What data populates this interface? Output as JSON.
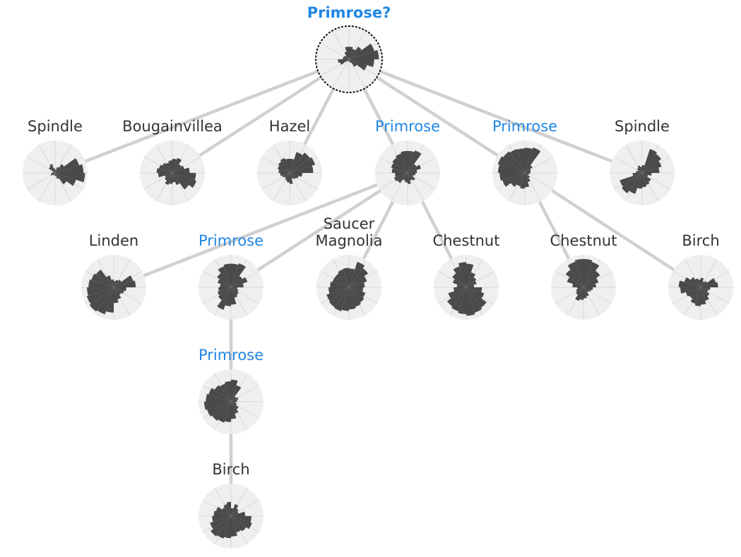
{
  "colors": {
    "edge": "#d0d0d0",
    "disc": "#efefef",
    "spoke": "#d8d8d8",
    "wedge": "#4a4a4a",
    "label": "#333333",
    "highlight": "#1f87e5",
    "root_ring": "#111111"
  },
  "nodes": [
    {
      "id": "root",
      "label": "Primrose?",
      "highlight": true,
      "root": true,
      "parent": null,
      "petals": [
        0.4,
        0.35,
        0.5,
        0.85,
        0.95,
        0.8,
        0.6,
        0.3,
        0.12,
        0.08,
        0.06,
        0.05,
        0.1,
        0.3,
        0.35,
        0.2,
        0.18,
        0.15,
        0.25,
        0.4
      ]
    },
    {
      "id": "s1",
      "label": "Spindle",
      "highlight": false,
      "root": false,
      "parent": "root",
      "petals": [
        0.1,
        0.2,
        0.35,
        0.8,
        0.9,
        0.95,
        0.7,
        0.45,
        0.2,
        0.1,
        0.08,
        0.05,
        0.1,
        0.15,
        0.12,
        0.08,
        0.06,
        0.25,
        0.3,
        0.15
      ]
    },
    {
      "id": "bo",
      "label": "Bougainvillea",
      "highlight": false,
      "root": false,
      "parent": "root",
      "petals": [
        0.45,
        0.5,
        0.35,
        0.4,
        0.55,
        0.75,
        0.8,
        0.65,
        0.4,
        0.3,
        0.35,
        0.4,
        0.3,
        0.25,
        0.45,
        0.5,
        0.45,
        0.4,
        0.35,
        0.4
      ]
    },
    {
      "id": "hz",
      "label": "Hazel",
      "highlight": false,
      "root": false,
      "parent": "root",
      "petals": [
        0.45,
        0.7,
        0.8,
        0.85,
        0.75,
        0.4,
        0.3,
        0.25,
        0.2,
        0.35,
        0.3,
        0.25,
        0.2,
        0.25,
        0.3,
        0.35,
        0.4,
        0.45,
        0.5,
        0.45
      ]
    },
    {
      "id": "p1",
      "label": "Primrose",
      "highlight": true,
      "root": false,
      "parent": "root",
      "petals": [
        0.7,
        0.75,
        0.35,
        0.45,
        0.3,
        0.25,
        0.2,
        0.3,
        0.25,
        0.35,
        0.3,
        0.25,
        0.4,
        0.45,
        0.4,
        0.5,
        0.55,
        0.6,
        0.65,
        0.7
      ]
    },
    {
      "id": "p2",
      "label": "Primrose",
      "highlight": true,
      "root": false,
      "parent": "root",
      "petals": [
        0.8,
        0.85,
        0.3,
        0.2,
        0.18,
        0.15,
        0.12,
        0.2,
        0.3,
        0.45,
        0.5,
        0.45,
        0.55,
        0.75,
        0.8,
        0.85,
        0.9,
        0.85,
        0.8,
        0.78
      ]
    },
    {
      "id": "s2",
      "label": "Spindle",
      "highlight": false,
      "root": false,
      "parent": "root",
      "petals": [
        0.25,
        0.8,
        0.75,
        0.65,
        0.55,
        0.3,
        0.2,
        0.35,
        0.4,
        0.45,
        0.5,
        0.7,
        0.8,
        0.75,
        0.3,
        0.2,
        0.15,
        0.2,
        0.25,
        0.2
      ]
    },
    {
      "id": "li",
      "label": "Linden",
      "highlight": false,
      "root": false,
      "parent": "p1",
      "petals": [
        0.2,
        0.25,
        0.3,
        0.65,
        0.7,
        0.4,
        0.35,
        0.3,
        0.4,
        0.5,
        0.8,
        0.9,
        0.95,
        0.9,
        0.85,
        0.8,
        0.75,
        0.7,
        0.4,
        0.25
      ]
    },
    {
      "id": "p3",
      "label": "Primrose",
      "highlight": true,
      "root": false,
      "parent": "p1",
      "petals": [
        0.75,
        0.8,
        0.45,
        0.55,
        0.4,
        0.2,
        0.25,
        0.3,
        0.35,
        0.55,
        0.6,
        0.75,
        0.5,
        0.45,
        0.4,
        0.35,
        0.45,
        0.55,
        0.7,
        0.75
      ]
    },
    {
      "id": "sm",
      "label": "Saucer\nMagnolia",
      "highlight": false,
      "root": false,
      "parent": "p1",
      "petals": [
        0.6,
        0.85,
        0.75,
        0.6,
        0.5,
        0.45,
        0.55,
        0.6,
        0.65,
        0.7,
        0.75,
        0.8,
        0.78,
        0.75,
        0.65,
        0.6,
        0.55,
        0.55,
        0.6,
        0.62
      ]
    },
    {
      "id": "c1",
      "label": "Chestnut",
      "highlight": false,
      "root": false,
      "parent": "p1",
      "petals": [
        0.75,
        0.5,
        0.4,
        0.35,
        0.25,
        0.5,
        0.6,
        0.8,
        0.85,
        0.9,
        0.85,
        0.8,
        0.75,
        0.6,
        0.4,
        0.3,
        0.45,
        0.55,
        0.7,
        0.8
      ]
    },
    {
      "id": "c2",
      "label": "Chestnut",
      "highlight": false,
      "root": false,
      "parent": "p2",
      "petals": [
        0.9,
        0.85,
        0.65,
        0.5,
        0.4,
        0.3,
        0.25,
        0.2,
        0.3,
        0.35,
        0.4,
        0.45,
        0.3,
        0.25,
        0.2,
        0.35,
        0.55,
        0.7,
        0.85,
        0.9
      ]
    },
    {
      "id": "bi1",
      "label": "Birch",
      "highlight": false,
      "root": false,
      "parent": "p2",
      "petals": [
        0.3,
        0.2,
        0.25,
        0.5,
        0.55,
        0.3,
        0.25,
        0.35,
        0.45,
        0.55,
        0.6,
        0.55,
        0.45,
        0.5,
        0.65,
        0.7,
        0.55,
        0.4,
        0.3,
        0.25
      ]
    },
    {
      "id": "p4",
      "label": "Primrose",
      "highlight": true,
      "root": false,
      "parent": "p3",
      "petals": [
        0.7,
        0.55,
        0.2,
        0.25,
        0.2,
        0.15,
        0.2,
        0.3,
        0.4,
        0.55,
        0.65,
        0.7,
        0.75,
        0.8,
        0.85,
        0.8,
        0.75,
        0.65,
        0.6,
        0.65
      ]
    },
    {
      "id": "bi2",
      "label": "Birch",
      "highlight": false,
      "root": false,
      "parent": "p4",
      "petals": [
        0.25,
        0.4,
        0.3,
        0.25,
        0.45,
        0.65,
        0.7,
        0.6,
        0.55,
        0.65,
        0.7,
        0.75,
        0.8,
        0.7,
        0.6,
        0.55,
        0.5,
        0.35,
        0.4,
        0.45
      ]
    }
  ]
}
